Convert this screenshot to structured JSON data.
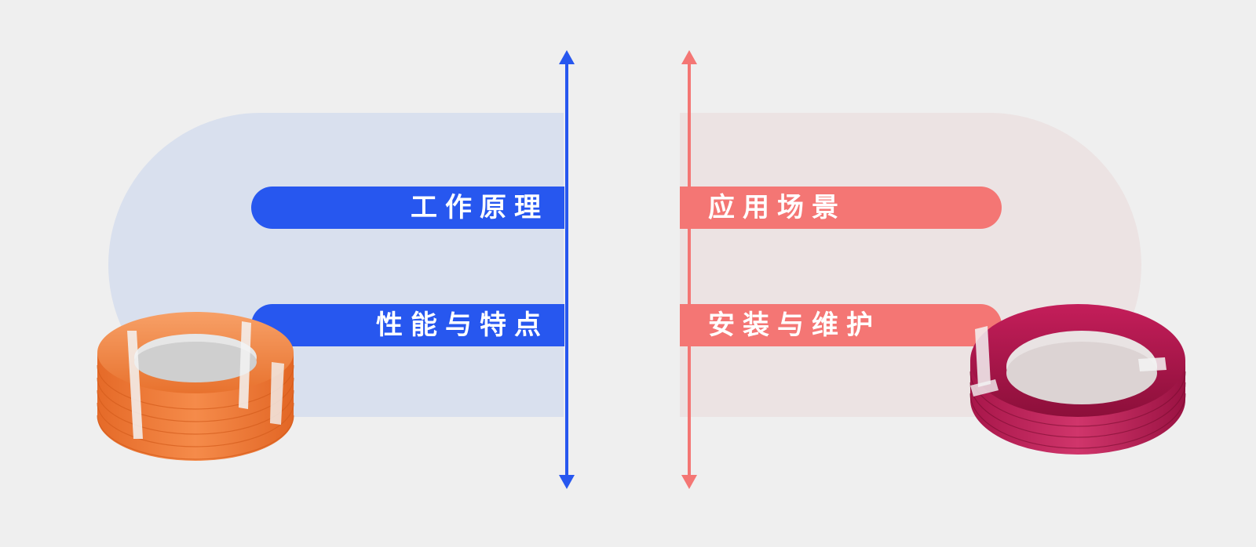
{
  "left": {
    "items": [
      {
        "label": "工作原理"
      },
      {
        "label": "性能与特点"
      }
    ]
  },
  "right": {
    "items": [
      {
        "label": "应用场景"
      },
      {
        "label": "安装与维护"
      }
    ]
  },
  "colors": {
    "blue": "#2757ef",
    "coral": "#f47674",
    "blue_panel": "#d9e0ee",
    "coral_panel": "#ece3e3",
    "background": "#efefef"
  },
  "icons": {
    "left_arrow": "double-arrow-vertical-icon",
    "right_arrow": "double-arrow-vertical-icon",
    "left_product": "orange-cable-coil-icon",
    "right_product": "red-cable-coil-icon"
  }
}
